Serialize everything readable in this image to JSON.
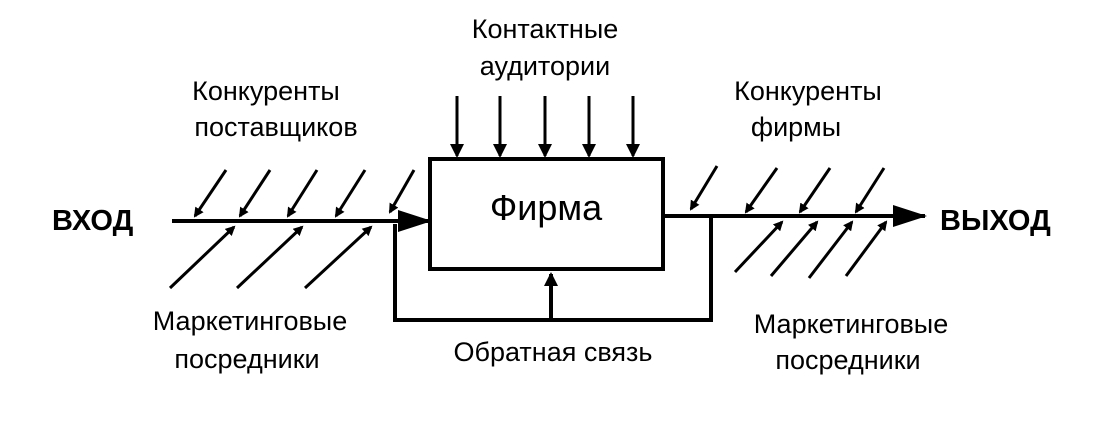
{
  "labels": {
    "contact_audiences_line1": "Контактные",
    "contact_audiences_line2": "аудитории",
    "supplier_competitors_line1": "Конкуренты",
    "supplier_competitors_line2": "поставщиков",
    "firm_competitors_line1": "Конкуренты",
    "firm_competitors_line2": "фирмы",
    "firm": "Фирма",
    "input": "ВХОД",
    "output": "ВЫХОД",
    "intermediaries_left_line1": "Маркетинговые",
    "intermediaries_left_line2": "посредники",
    "intermediaries_right_line1": "Маркетинговые",
    "intermediaries_right_line2": "посредники",
    "feedback": "Обратная связь"
  },
  "colors": {
    "stroke": "#000000",
    "background": "#ffffff"
  }
}
